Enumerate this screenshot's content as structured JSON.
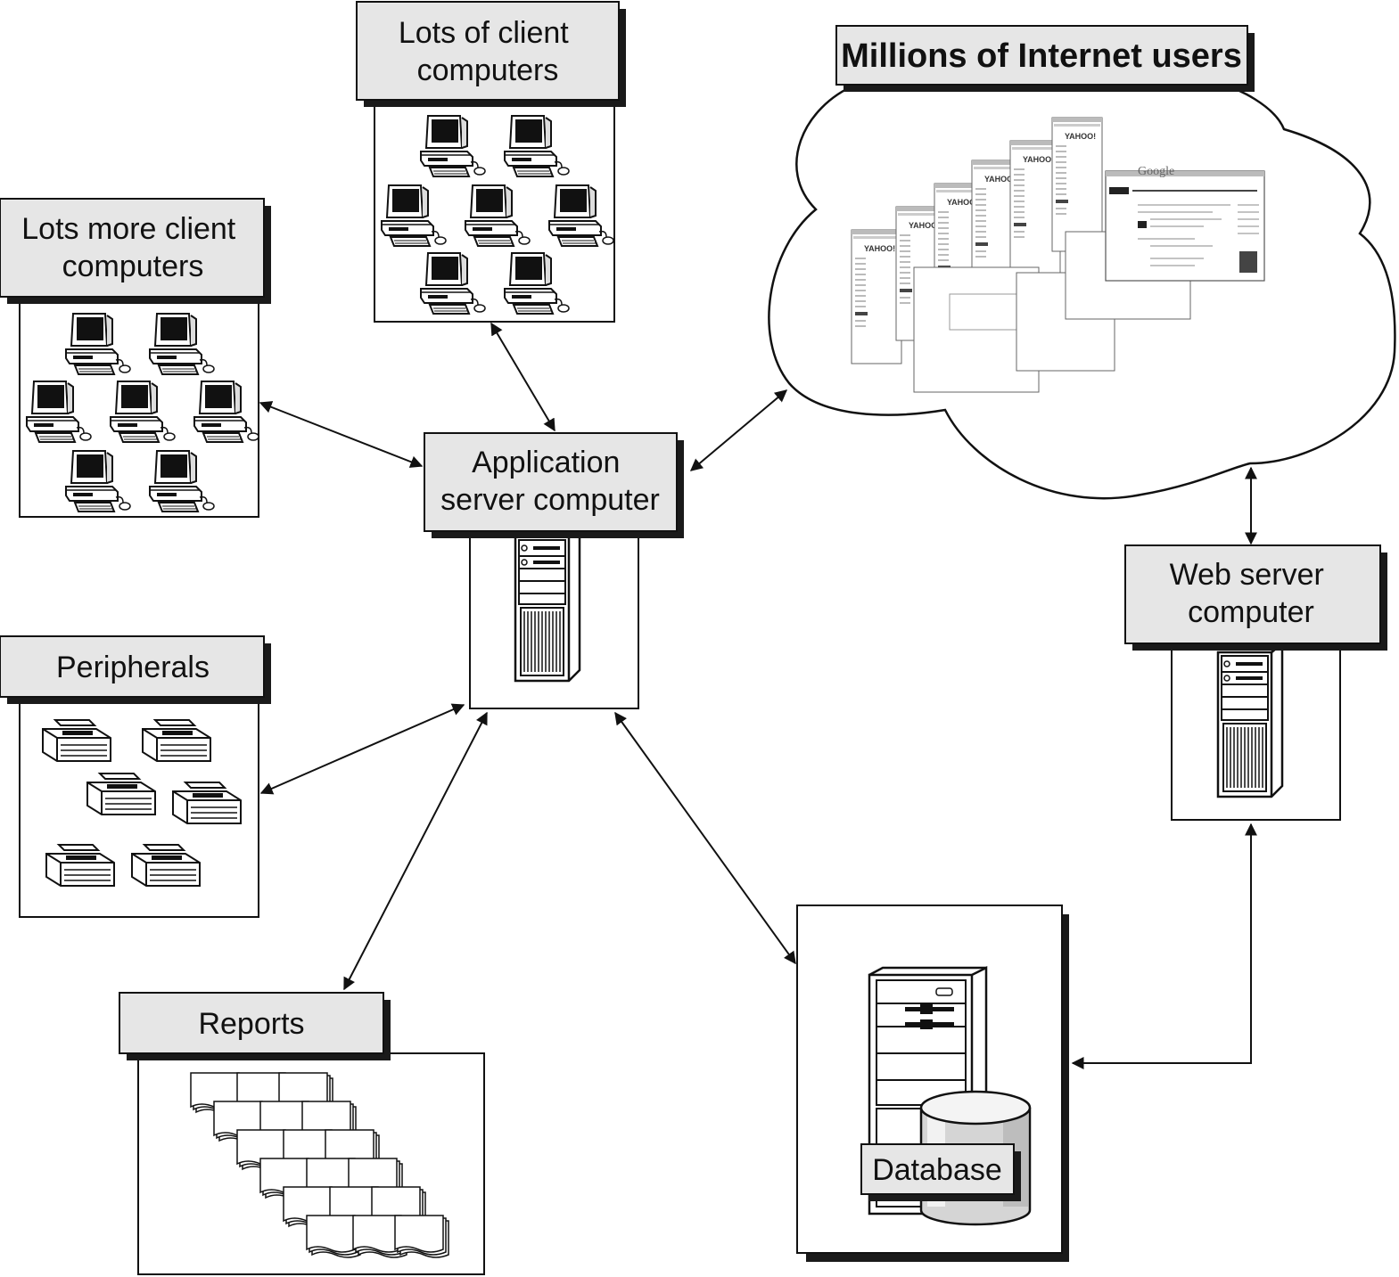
{
  "colors": {
    "label_fill": "#e6e6e6",
    "shadow": "#1a1a1a",
    "stroke": "#111111",
    "background": "#ffffff"
  },
  "labels": {
    "client_group_1": [
      "Lots of client",
      "computers"
    ],
    "client_group_2": [
      "Lots more client",
      "computers"
    ],
    "internet_users": "Millions of Internet users",
    "app_server": [
      "Application",
      "server computer"
    ],
    "web_server": [
      "Web server",
      "computer"
    ],
    "peripherals": "Peripherals",
    "reports": "Reports",
    "database": "Database"
  },
  "web_page_logos": {
    "yahoo": "YAHOO!",
    "google": "Google"
  },
  "icons": {
    "client_computer": "desktop-computer-icon",
    "server": "server-tower-icon",
    "printer": "printer-icon",
    "report": "paper-report-icon",
    "database": "database-cylinder-icon",
    "cloud": "internet-cloud-icon",
    "web_page": "web-page-screenshot-icon"
  }
}
